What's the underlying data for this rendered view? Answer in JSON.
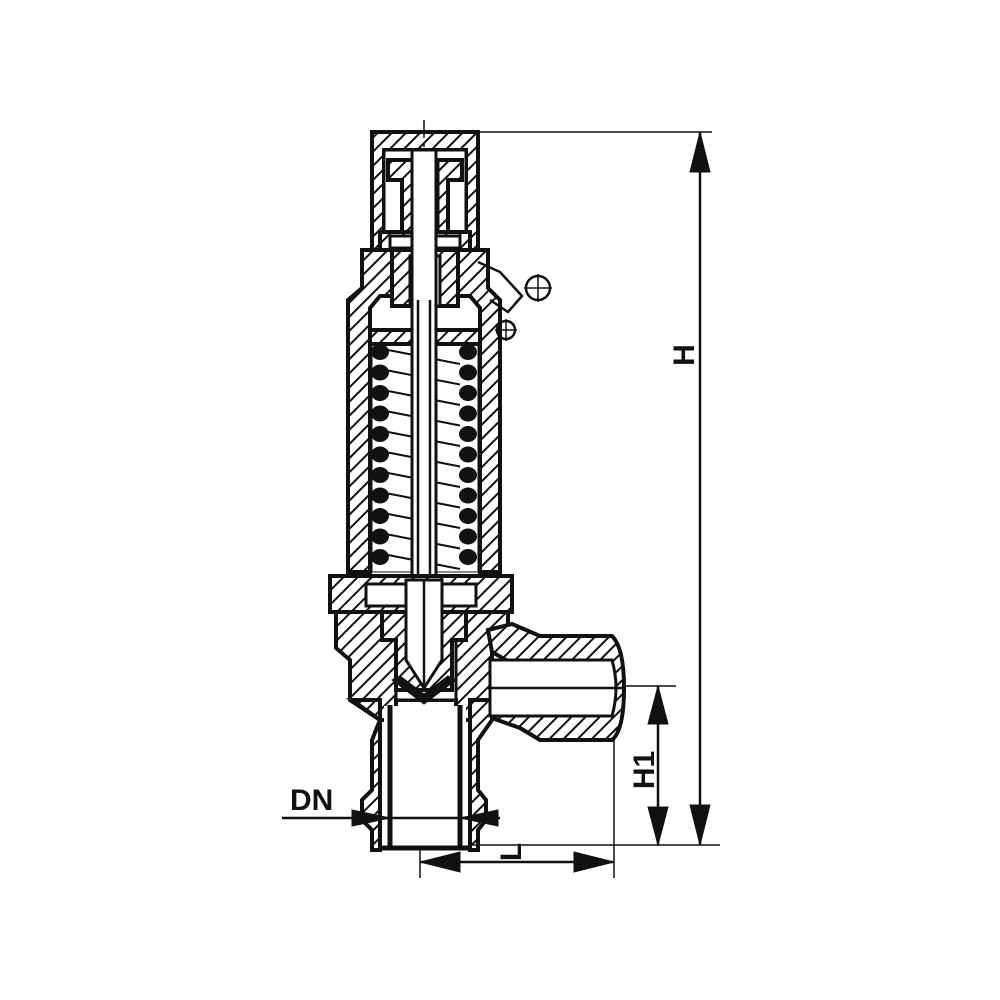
{
  "dimensions": {
    "height_total": "H",
    "height_outlet": "H1",
    "length": "L",
    "nominal_diameter": "DN"
  },
  "colors": {
    "ink": "#111111",
    "paper": "#ffffff"
  }
}
